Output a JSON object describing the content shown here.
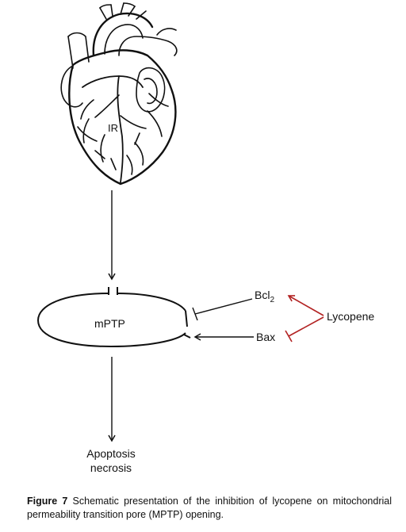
{
  "diagram": {
    "heart_label": "IR",
    "pore_label": "mPTP",
    "bcl2": {
      "base": "Bcl",
      "subscript": "2"
    },
    "bax_label": "Bax",
    "lycopene_label": "Lycopene",
    "outcome_line1": "Apoptosis",
    "outcome_line2": "necrosis"
  },
  "caption": {
    "figure_label": "Figure 7",
    "text": "Schematic presentation of the inhibition of lycopene on mitochondrial permeability transition pore (MPTP) opening."
  },
  "colors": {
    "ink": "#111111",
    "lycopene_arrow": "#b22222"
  }
}
